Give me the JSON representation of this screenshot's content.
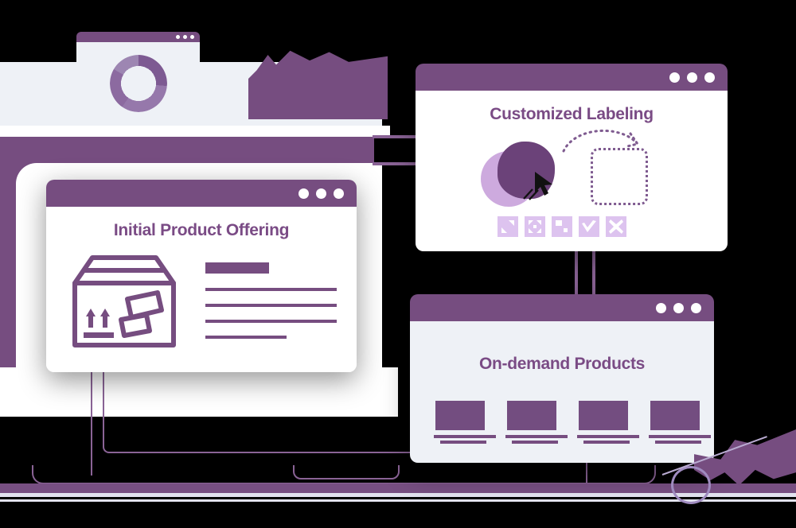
{
  "theme": {
    "purple_dark": "#6b4279",
    "purple_mid": "#764d80",
    "purple_title_text": "#7a4b85",
    "purple_light": "#cdaade",
    "purple_chip": "#ddc3ef",
    "panel_light": "#eef1f6",
    "white": "#ffffff",
    "background": "#000000"
  },
  "cards": {
    "analytics": {
      "name": "analytics-window",
      "dots": 3,
      "donut": {
        "type": "donut",
        "segments": [
          {
            "label": "segment-1",
            "percent": 26,
            "color": "#7d5a92"
          },
          {
            "label": "segment-2",
            "percent": 33,
            "color": "#9678ab"
          },
          {
            "label": "segment-3",
            "percent": 24,
            "color": "#8c6aa0"
          },
          {
            "label": "segment-4",
            "percent": 17,
            "color": "#9d86b2"
          }
        ]
      }
    },
    "labeling": {
      "title": "Customized Labeling",
      "dots": 3,
      "tools": [
        {
          "name": "resize-diagonal-icon"
        },
        {
          "name": "expand-corners-icon"
        },
        {
          "name": "resize-corner-icon"
        },
        {
          "name": "check-icon"
        },
        {
          "name": "close-icon"
        }
      ]
    },
    "offering": {
      "title": "Initial Product Offering",
      "dots": 3,
      "text_lines": 4
    },
    "ondemand": {
      "title": "On-demand Products",
      "dots": 3,
      "products": [
        {
          "name": "product-1"
        },
        {
          "name": "product-2"
        },
        {
          "name": "product-3"
        },
        {
          "name": "product-4"
        }
      ]
    }
  }
}
